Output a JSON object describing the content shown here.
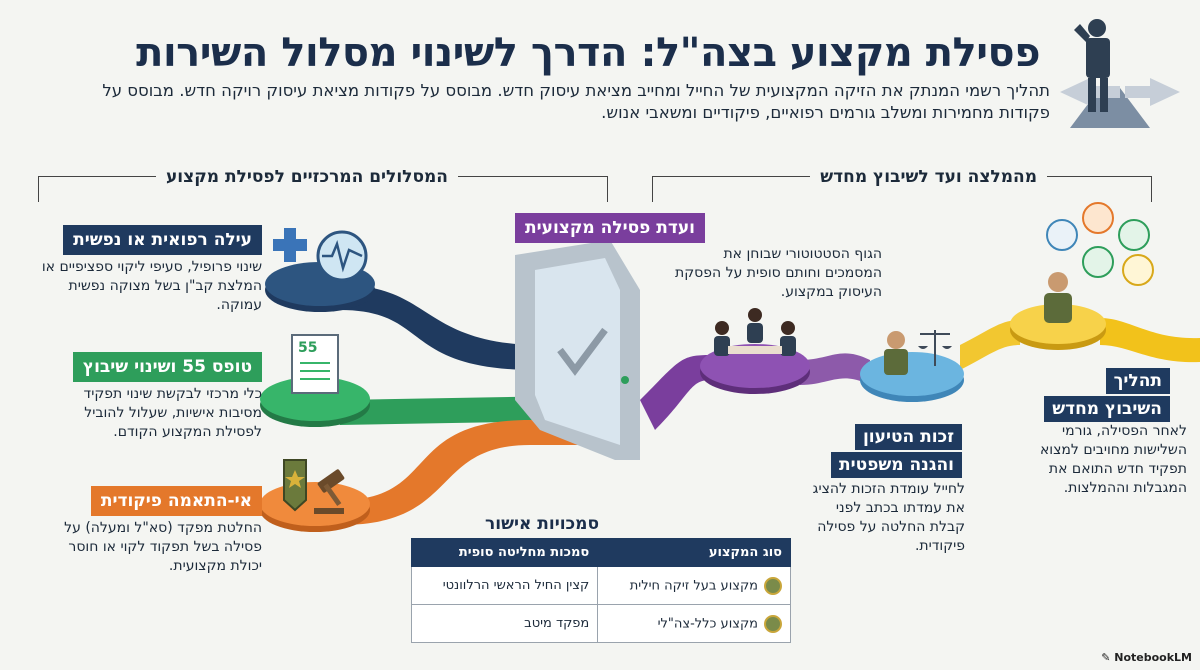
{
  "header": {
    "title": "פסילת מקצוע בצה\"ל: הדרך לשינוי מסלול השירות",
    "subtitle": "תהליך רשמי המנתק את הזיקה המקצועית של החייל ומחייב מציאת עיסוק חדש. מבוסס על פקודות מציאת עיסוק רויקה חדש. מבוסס על פקודות מחמירות ומשלב גורמים רפואיים, פיקודיים ומשאבי אנוש."
  },
  "left_section": {
    "heading": "המסלולים המרכזיים לפסילת מקצוע",
    "items": [
      {
        "label": "עילה רפואית או נפשית",
        "color": "#1f3a5f",
        "description": "שינוי פרופיל, סעיפי ליקוי ספציפיים או המלצת קב\"ן בשל מצוקה נפשית עמוקה."
      },
      {
        "label": "טופס 55 ושינוי שיבוץ",
        "color": "#2e9e5b",
        "form_number": "55",
        "description": "כלי מרכזי לבקשת שינוי תפקיד מסיבות אישיות, שעלול להוביל לפסילת המקצוע הקודם."
      },
      {
        "label": "אי-התאמה פיקודית",
        "color": "#e4782b",
        "description": "החלטת מפקד (סא\"ל ומעלה) על פסילה בשל תפקוד לקוי או חוסר יכולת מקצועית."
      }
    ]
  },
  "right_section": {
    "heading": "מהמלצה ועד לשיבוץ מחדש",
    "committee": {
      "label": "ועדת פסילה מקצועית",
      "color": "#7a3e9d",
      "description": "הגוף הסטטוטורי שבוחן את המסמכים וחותם סופית על הפסקת העיסוק במקצוע."
    },
    "hearing": {
      "label_line1": "זכות הטיעון",
      "label_line2": "והגנה משפטית",
      "color": "#1f3a5f",
      "description": "לחייל עומדת הזכות להציג את עמדתו בכתב לפני קבלת החלטה על פסילה פיקודית."
    },
    "reassignment": {
      "label_line1": "תהליך",
      "label_line2": "השיבוץ מחדש",
      "color": "#1f3a5f",
      "description": "לאחר הפסילה, גורמי השלישות מחויבים למצוא תפקיד חדש התואם את המגבלות וההמלצות."
    }
  },
  "approval": {
    "title": "סמכויות אישור",
    "headers": [
      "סוג המקצוע",
      "סמכות מחליטה סופית"
    ],
    "rows": [
      [
        "מקצוע בעל זיקה חילית",
        "קצין החיל הראשי הרלוונטי"
      ],
      [
        "מקצוע כלל-צה\"לי",
        "מפקד מיטב"
      ]
    ]
  },
  "brand": "NotebookLM",
  "colors": {
    "navy": "#1f3a5f",
    "green": "#2e9e5b",
    "orange": "#e4782b",
    "purple": "#7a3e9d",
    "blue": "#5aa7d6",
    "yellow": "#f2c21b"
  }
}
